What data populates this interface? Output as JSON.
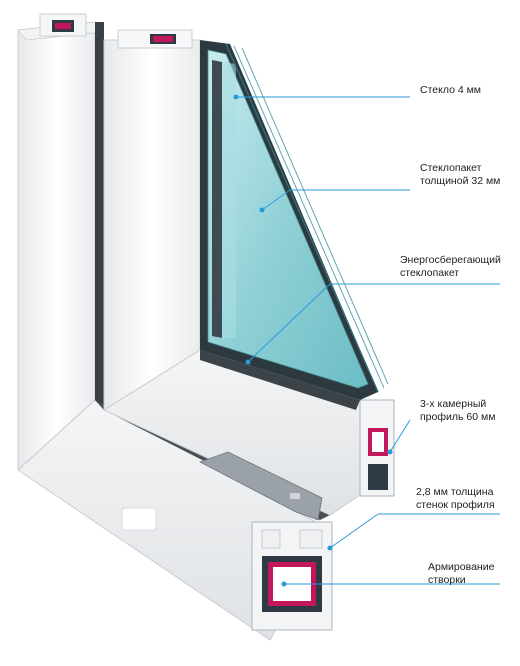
{
  "diagram": {
    "accent_color": "#2a9bd8",
    "callouts": [
      {
        "id": "glass-4mm",
        "lines": [
          "Стекло 4 мм"
        ]
      },
      {
        "id": "glass-unit-32mm",
        "lines": [
          "Стеклопакет",
          "толщиной 32 мм"
        ]
      },
      {
        "id": "energy-saving-unit",
        "lines": [
          "Энергосберегающий",
          "стеклопакет"
        ]
      },
      {
        "id": "three-chamber-profile",
        "lines": [
          "3-х камерный",
          "профиль 60 мм"
        ]
      },
      {
        "id": "wall-thickness",
        "lines": [
          "2,8 мм толщина",
          "стенок профиля"
        ]
      },
      {
        "id": "sash-reinforcement",
        "lines": [
          "Армирование",
          "створки"
        ]
      }
    ]
  }
}
